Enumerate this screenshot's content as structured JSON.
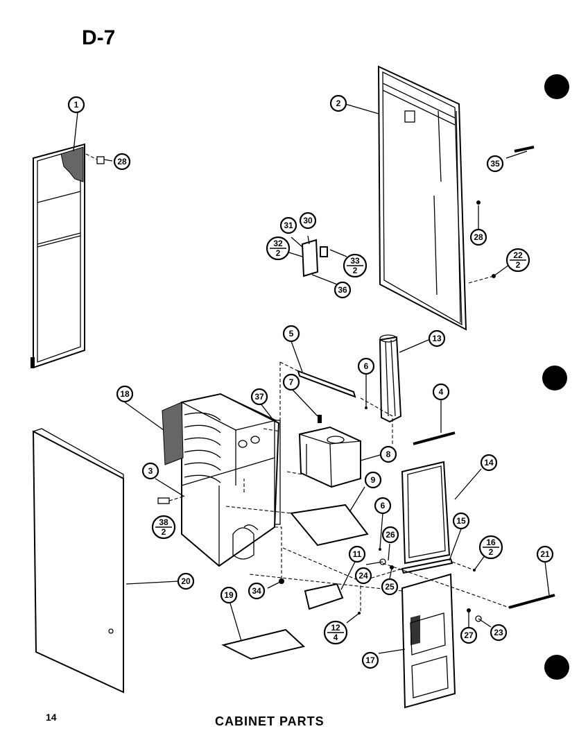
{
  "title": "D-7",
  "page_number": "14",
  "caption": "CABINET PARTS",
  "callouts": [
    {
      "id": "c1",
      "label": "1"
    },
    {
      "id": "c2",
      "label": "2"
    },
    {
      "id": "c3",
      "label": "3"
    },
    {
      "id": "c4",
      "label": "4"
    },
    {
      "id": "c5",
      "label": "5"
    },
    {
      "id": "c6a",
      "label": "6"
    },
    {
      "id": "c6b",
      "label": "6"
    },
    {
      "id": "c7",
      "label": "7"
    },
    {
      "id": "c8",
      "label": "8"
    },
    {
      "id": "c9",
      "label": "9"
    },
    {
      "id": "c11",
      "label": "11"
    },
    {
      "id": "c12",
      "num": "12",
      "den": "4"
    },
    {
      "id": "c13",
      "label": "13"
    },
    {
      "id": "c14",
      "label": "14"
    },
    {
      "id": "c15",
      "label": "15"
    },
    {
      "id": "c16",
      "num": "16",
      "den": "2"
    },
    {
      "id": "c17",
      "label": "17"
    },
    {
      "id": "c18",
      "label": "18"
    },
    {
      "id": "c19",
      "label": "19"
    },
    {
      "id": "c20",
      "label": "20"
    },
    {
      "id": "c21",
      "label": "21"
    },
    {
      "id": "c22",
      "num": "22",
      "den": "2"
    },
    {
      "id": "c23",
      "label": "23"
    },
    {
      "id": "c24",
      "label": "24"
    },
    {
      "id": "c25",
      "label": "25"
    },
    {
      "id": "c26",
      "label": "26"
    },
    {
      "id": "c27",
      "label": "27"
    },
    {
      "id": "c28a",
      "label": "28"
    },
    {
      "id": "c28b",
      "label": "28"
    },
    {
      "id": "c30",
      "label": "30"
    },
    {
      "id": "c31",
      "label": "31"
    },
    {
      "id": "c32",
      "num": "32",
      "den": "2"
    },
    {
      "id": "c33",
      "num": "33",
      "den": "2"
    },
    {
      "id": "c34",
      "label": "34"
    },
    {
      "id": "c35",
      "label": "35"
    },
    {
      "id": "c36",
      "label": "36"
    },
    {
      "id": "c37",
      "label": "37"
    },
    {
      "id": "c38",
      "num": "38",
      "den": "2"
    }
  ]
}
